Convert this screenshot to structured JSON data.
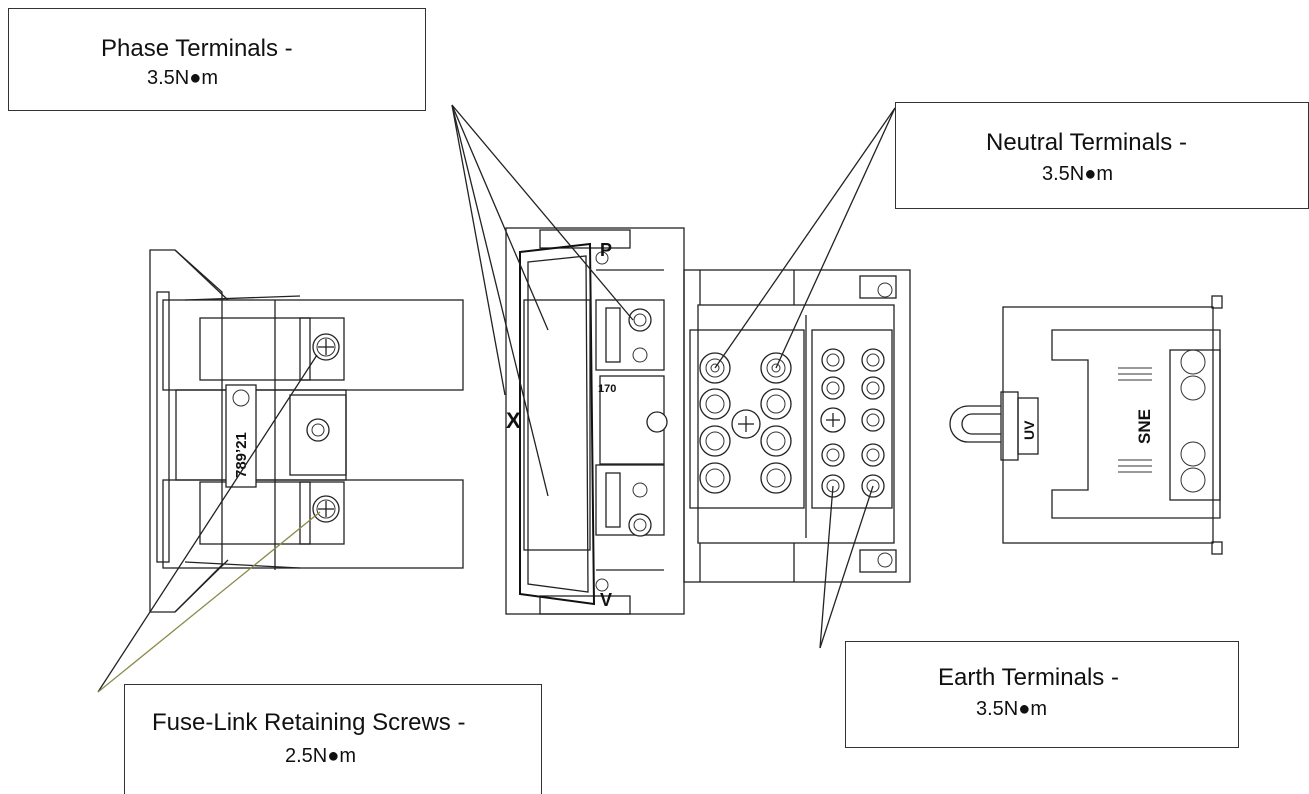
{
  "callouts": {
    "phase": {
      "title": "Phase Terminals -",
      "value": "3.5N●m"
    },
    "neutral": {
      "title": "Neutral Terminals -",
      "value": "3.5N●m"
    },
    "earth": {
      "title": "Earth Terminals -",
      "value": "3.5N●m"
    },
    "fuse": {
      "title": "Fuse-Link Retaining Screws -",
      "value": "2.5N●m"
    }
  },
  "part_labels": {
    "fuse_carrier_code": "789’21",
    "base_code": "170",
    "marker_p": "P",
    "marker_v": "V",
    "marker_x": "X",
    "cover_uv": "UV",
    "cover_sne": "SNE"
  },
  "colors": {
    "line": "#222222",
    "leader_fuse": "#8a8a4a",
    "background": "#ffffff"
  }
}
